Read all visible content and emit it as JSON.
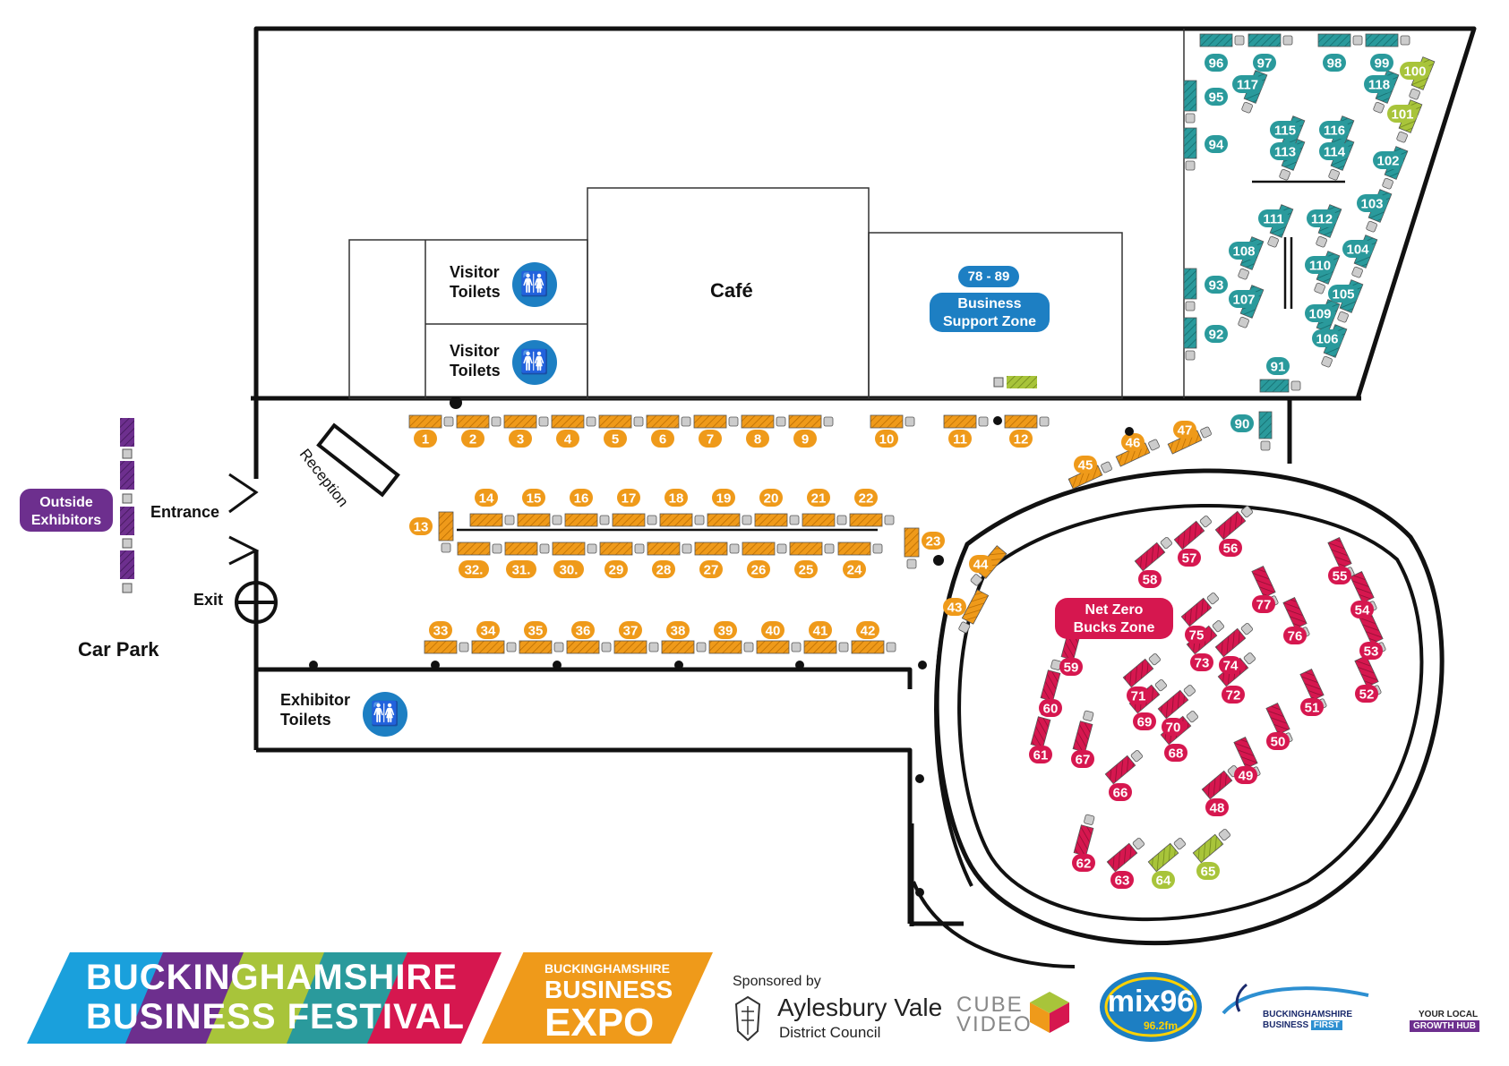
{
  "rooms": {
    "visitor_toilets_1": "Visitor\nToilets",
    "visitor_toilets_2": "Visitor\nToilets",
    "exhibitor_toilets": "Exhibitor\nToilets",
    "cafe": "Café",
    "reception": "Reception",
    "entrance": "Entrance",
    "exit": "Exit",
    "car_park": "Car Park"
  },
  "zones": {
    "outside_exhibitors": "Outside\nExhibitors",
    "business_support_range": "78 - 89",
    "business_support": "Business\nSupport Zone",
    "net_zero": "Net Zero\nBucks Zone"
  },
  "colors": {
    "orange": "#ef9a1a",
    "teal": "#2a9a9c",
    "crimson": "#d6174f",
    "lime": "#a8c43a",
    "purple": "#6d2f8e",
    "blue": "#1d7fc3"
  },
  "stands": {
    "orange": [
      "1",
      "2",
      "3",
      "4",
      "5",
      "6",
      "7",
      "8",
      "9",
      "10",
      "11",
      "12",
      "13",
      "14",
      "15",
      "16",
      "17",
      "18",
      "19",
      "20",
      "21",
      "22",
      "23",
      "24",
      "25",
      "26",
      "27",
      "28",
      "29",
      "30.",
      "31.",
      "32.",
      "33",
      "34",
      "35",
      "36",
      "37",
      "38",
      "39",
      "40",
      "41",
      "42",
      "43",
      "44",
      "45",
      "46",
      "47"
    ],
    "teal": [
      "90",
      "91",
      "92",
      "93",
      "94",
      "95",
      "96",
      "97",
      "98",
      "99",
      "102",
      "103",
      "104",
      "105",
      "106",
      "107",
      "108",
      "109",
      "110",
      "111",
      "112",
      "113",
      "114",
      "115",
      "116",
      "117",
      "118"
    ],
    "lime": [
      "64",
      "65",
      "100",
      "101"
    ],
    "crimson": [
      "48",
      "49",
      "50",
      "51",
      "52",
      "53",
      "54",
      "55",
      "56",
      "57",
      "58",
      "59",
      "60",
      "61",
      "62",
      "63",
      "66",
      "67",
      "68",
      "69",
      "70",
      "71",
      "72",
      "73",
      "74",
      "75",
      "76",
      "77"
    ]
  },
  "footer": {
    "festival_line1": "BUCKINGHAMSHIRE",
    "festival_line2": "BUSINESS FESTIVAL",
    "expo_line1": "BUCKINGHAMSHIRE",
    "expo_line2": "BUSINESS",
    "expo_line3": "EXPO",
    "sponsored_by": "Sponsored by",
    "avdc_line1": "Aylesbury Vale",
    "avdc_line2": "District Council",
    "cube_line1": "CUBE",
    "cube_line2": "VIDEO",
    "mix_name": "mix96",
    "mix_freq": "96.2fm",
    "bbf_line1": "BUCKINGHAMSHIRE",
    "bbf_line2": "BUSINESS",
    "bbf_line3": "FIRST",
    "ghub_line1": "YOUR LOCAL",
    "ghub_line2": "GROWTH HUB"
  }
}
